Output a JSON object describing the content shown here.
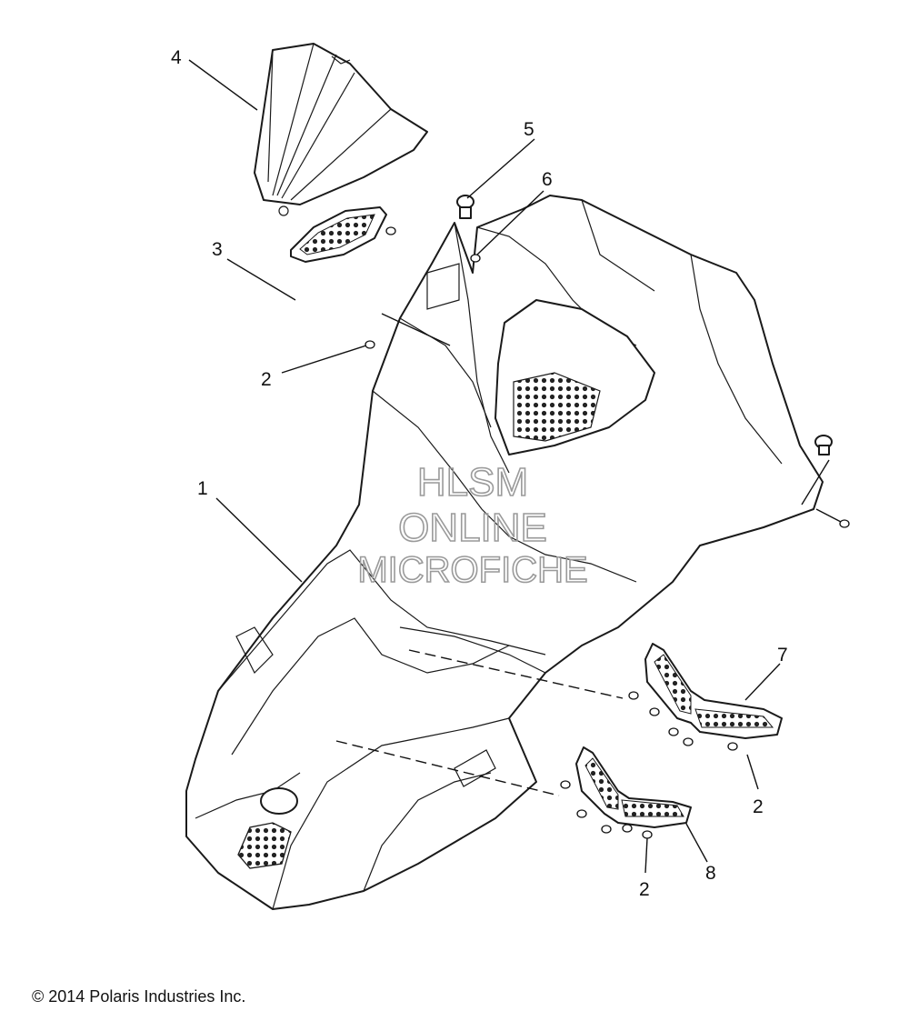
{
  "callouts": {
    "c1": "1",
    "c2a": "2",
    "c2b": "2",
    "c2c": "2",
    "c3": "3",
    "c4": "4",
    "c5": "5",
    "c6": "6",
    "c7": "7",
    "c8": "8"
  },
  "watermark": {
    "line1": "HLSM",
    "line2": "ONLINE",
    "line3": "MICROFICHE"
  },
  "copyright": "© 2014 Polaris Industries Inc."
}
